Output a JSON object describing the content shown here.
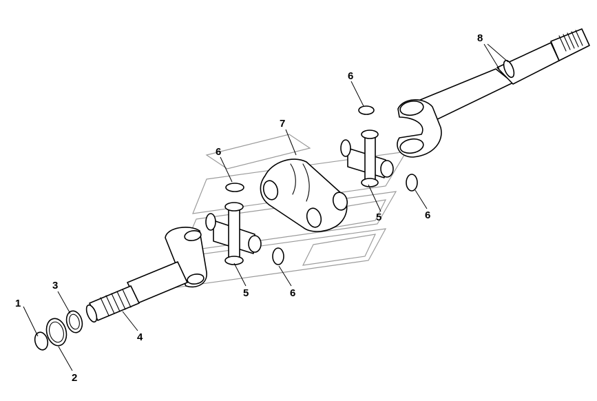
{
  "diagram": {
    "callouts": [
      {
        "id": "c1",
        "text": "1"
      },
      {
        "id": "c2",
        "text": "2"
      },
      {
        "id": "c3",
        "text": "3"
      },
      {
        "id": "c4",
        "text": "4"
      },
      {
        "id": "c5a",
        "text": "5"
      },
      {
        "id": "c5b",
        "text": "5"
      },
      {
        "id": "c6a",
        "text": "6"
      },
      {
        "id": "c6b",
        "text": "6"
      },
      {
        "id": "c6c",
        "text": "6"
      },
      {
        "id": "c6d",
        "text": "6"
      },
      {
        "id": "c7",
        "text": "7"
      },
      {
        "id": "c8",
        "text": "8"
      }
    ],
    "line_color": "#000000",
    "watermark_color": "#9a9a9a",
    "background": "#ffffff"
  }
}
